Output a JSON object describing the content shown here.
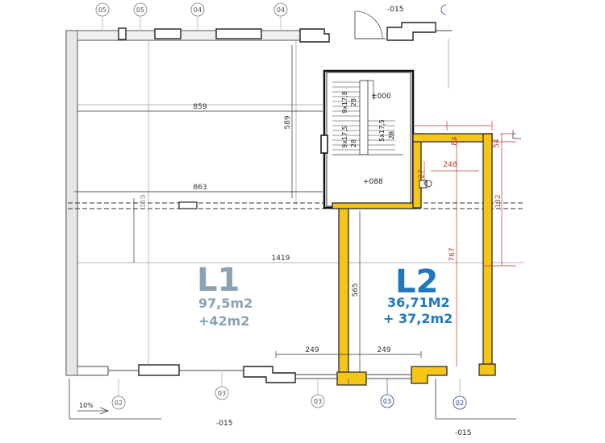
{
  "units": [
    {
      "code": "L1",
      "area": "97,5m2",
      "extra": "+42m2",
      "color": "#8aa2b4"
    },
    {
      "code": "L2",
      "area": "36,71M2",
      "extra": "+ 37,2m2",
      "color": "#1f77c2"
    }
  ],
  "dims": {
    "top_width": "859",
    "mid_width": "863",
    "overall_width": "1419",
    "left_depth": "589",
    "left_inner": "159",
    "bottom_left_span": "249",
    "bottom_right_span": "249",
    "l2_depth": "565",
    "stair_width": "248",
    "stair_height": "132",
    "l2_inner": "767",
    "small_a": "84",
    "small_b": "54",
    "small_c": "27"
  },
  "levels": {
    "stair_top": "±000",
    "stair_landing": "+088",
    "top_right": "-015",
    "bottom_center": "-015",
    "bottom_right": "-015"
  },
  "stairs": {
    "run1": "9x17,8",
    "tread1": "28",
    "run2": "9x17,5",
    "tread2": "28",
    "run3": "5x17,5",
    "tread3": "28"
  },
  "slope": "10%",
  "grid_top": [
    "05",
    "05",
    "04",
    "04"
  ],
  "grid_bottom": [
    "02",
    "03",
    "03",
    "03",
    "02"
  ],
  "colors": {
    "wall_highlight": "#f5c518",
    "wall_outline": "#2b2b2b",
    "dim_red": "#c0392b",
    "grid_blue": "#1f3f8f"
  }
}
